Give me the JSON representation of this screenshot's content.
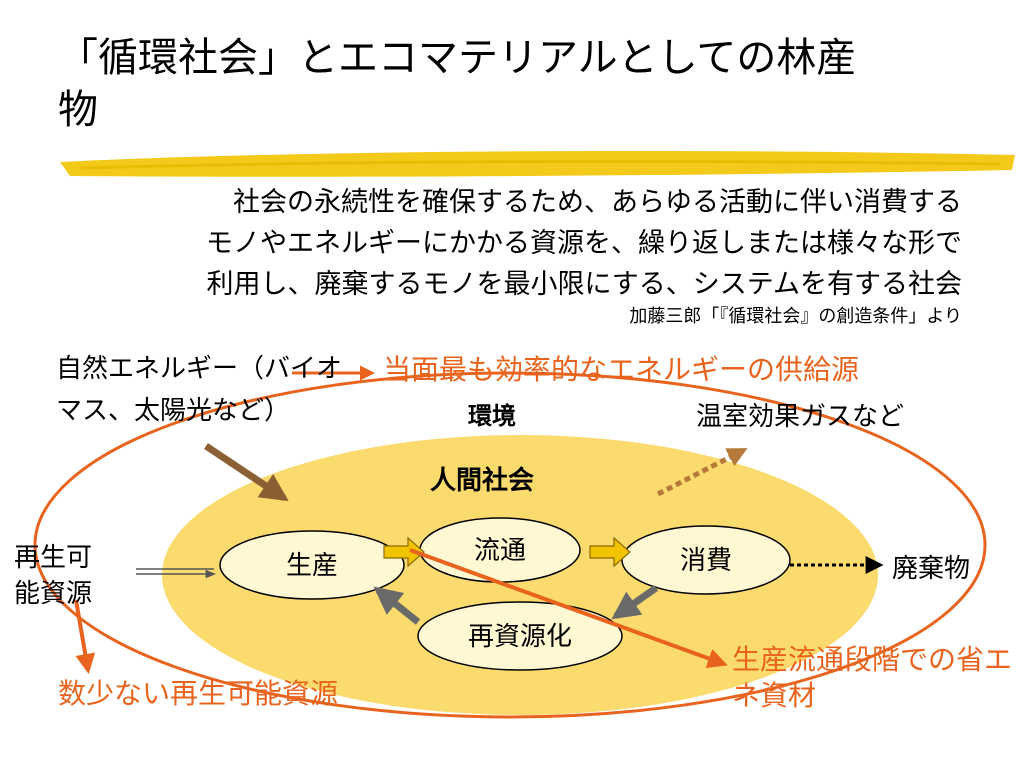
{
  "title": "「循環社会」とエコマテリアルとしての林産物",
  "definition": {
    "lines": [
      "社会の永続性を確保するため、あらゆる活動に伴い消費する",
      "モノやエネルギーにかかる資源を、繰り返しまたは様々な形で",
      "利用し、廃棄するモノを最小限にする、システムを有する社会"
    ],
    "source": "加藤三郎「『循環社会』の創造条件」より"
  },
  "diagram": {
    "natural_energy": "自然エネルギー（バイオマス、太陽光など）",
    "top_note": "当面最も効率的なエネルギーの供給源",
    "environment_label": "環境",
    "ghg": "温室効果ガスなど",
    "society_label": "人間社会",
    "nodes": {
      "production": "生産",
      "distribution": "流通",
      "consumption": "消費",
      "recycling": "再資源化"
    },
    "renewable": "再生可能資源",
    "waste": "廃棄物",
    "bottom_left_note": "数少ない再生可能資源",
    "bottom_right_note": "生産流通段階での省エネ資材"
  },
  "colors": {
    "highlight": "#f2c400",
    "orange": "#e8641e",
    "society_fill": "#fbd65e",
    "node_fill": "#fff8d2",
    "brown_arrow": "#8b5e34",
    "gray_arrow": "#6a6a6a",
    "dotted_arrow": "#b57a3a"
  }
}
